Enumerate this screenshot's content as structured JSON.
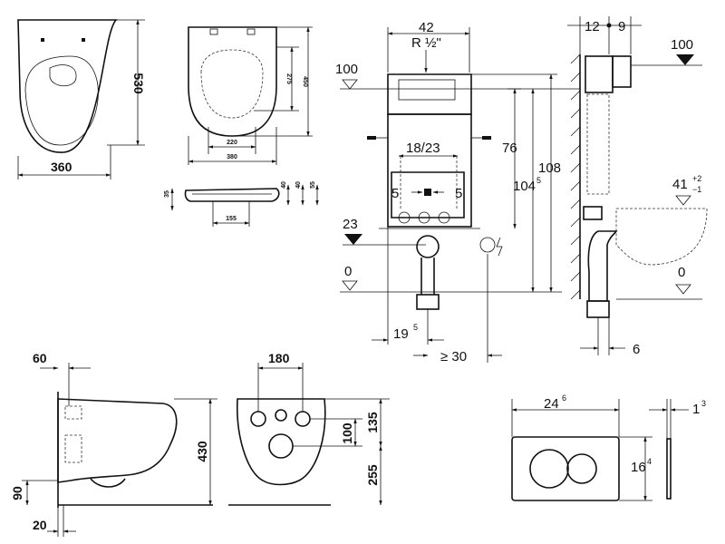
{
  "toilet_top_view": {
    "width": "360",
    "depth": "530"
  },
  "seat_view": {
    "len_450": "450",
    "len_275": "275",
    "w_220": "220",
    "w_380": "380"
  },
  "seat_side": {
    "h35": "35",
    "h40a": "40",
    "h40b": "40",
    "h55": "55",
    "w155": "155"
  },
  "frame_front": {
    "width": "42",
    "pipe": "R ½\"",
    "dim_18_23": "18/23",
    "dim_5_left": "5",
    "dim_5_right": "5",
    "h76": "76",
    "h104": "104",
    "h104_sup": "5",
    "h108": "108",
    "level_100": "100",
    "level_23": "23",
    "level_0": "0",
    "dim_19": "19",
    "dim_19_sup": "5",
    "dim_30": "≥ 30"
  },
  "frame_side": {
    "d12": "12",
    "d9": "9",
    "level_100": "100",
    "h41": "41",
    "h41_plus": "+2",
    "h41_minus": "−1",
    "level_0": "0",
    "d6": "6"
  },
  "bowl_side": {
    "d60": "60",
    "h430": "430",
    "h90": "90",
    "d20": "20"
  },
  "bowl_back": {
    "w180": "180",
    "h100": "100",
    "h135": "135",
    "h255": "255"
  },
  "flush_plate": {
    "w24": "24",
    "w24_sup": "6",
    "t1": "1",
    "t1_sup": "3",
    "h16": "16",
    "h16_sup": "4"
  }
}
